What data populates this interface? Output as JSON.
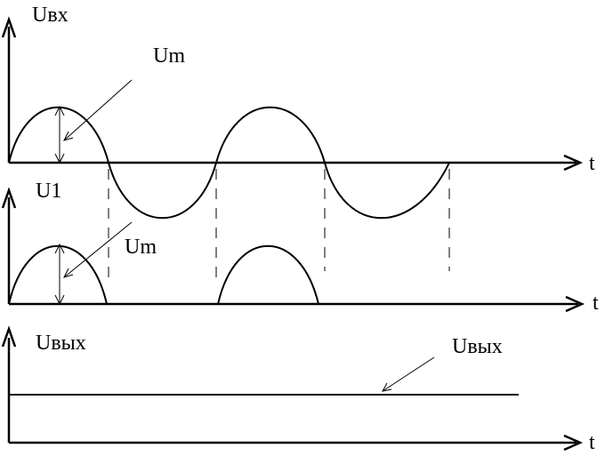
{
  "labels": {
    "uvx": "Uвх",
    "u1": "U1",
    "uvyx_axis": "Uвых",
    "um_top": "Um",
    "um_mid": "Um",
    "uvyx_pointer": "Uвых",
    "t_top": "t",
    "t_mid": "t",
    "t_bottom": "t"
  },
  "colors": {
    "ink": "#000000",
    "background": "#ffffff"
  }
}
